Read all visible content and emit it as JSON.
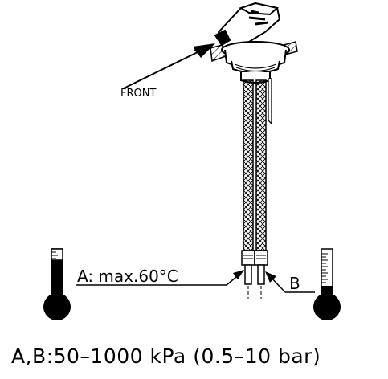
{
  "labels": {
    "front": "FRONT",
    "a_label": "A:  max.60°C",
    "b_label": "B",
    "pressure": "A,B:50–1000  kPa  (0.5–10  bar)"
  }
}
